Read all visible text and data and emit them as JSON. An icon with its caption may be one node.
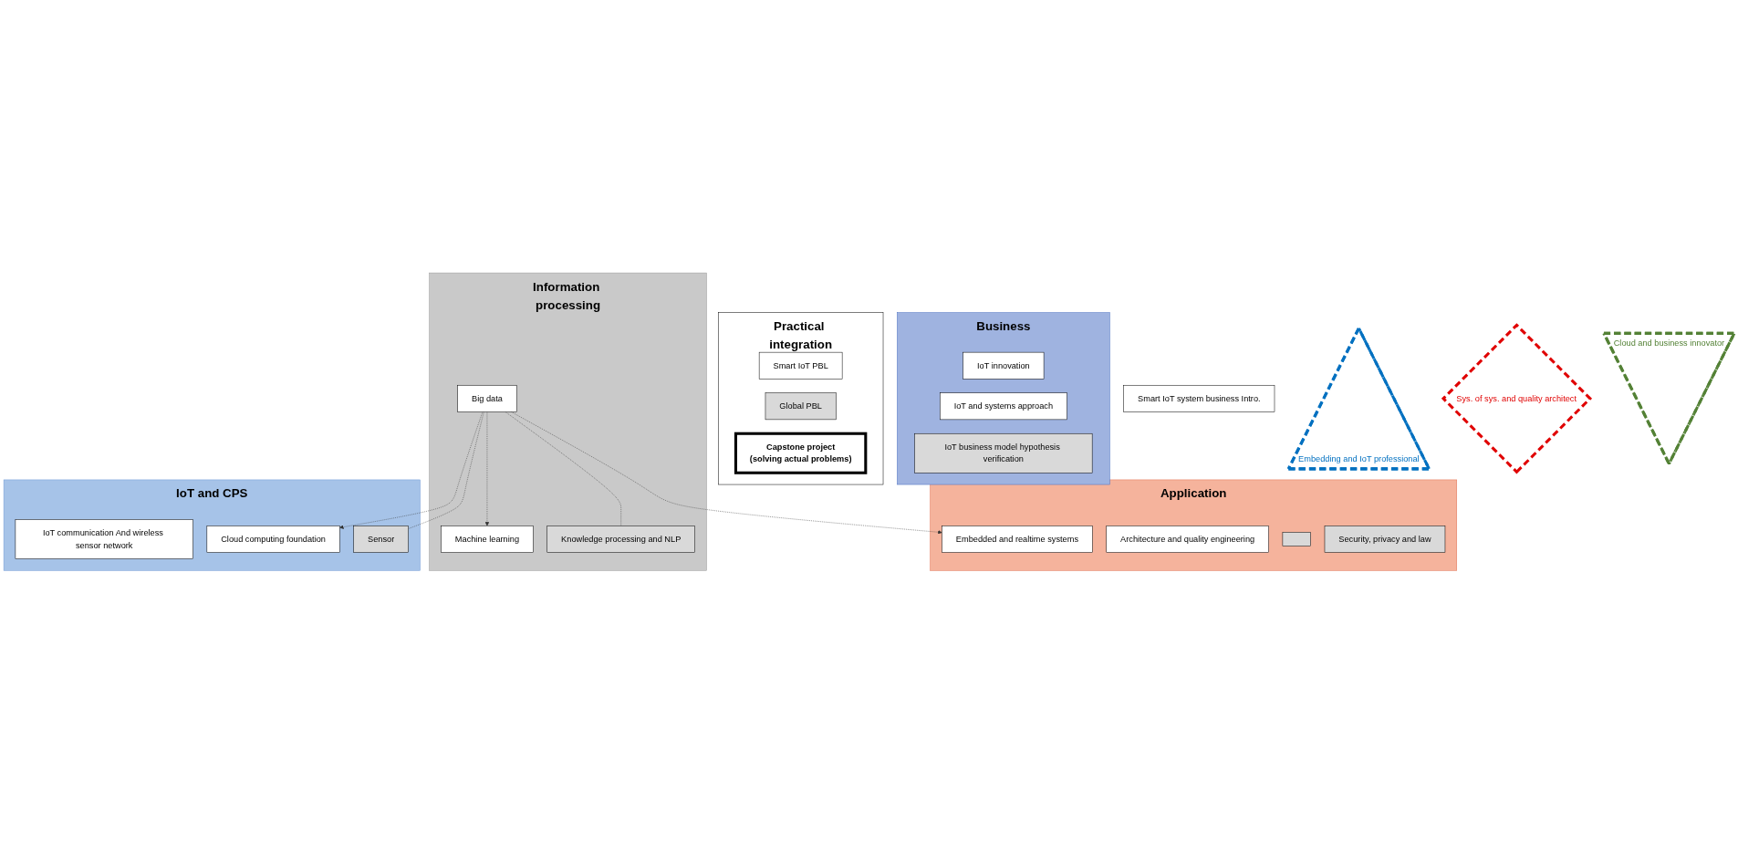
{
  "diagram": {
    "nodes": [
      {
        "text": [
          "Business"
        ]
      },
      {
        "text": [
          "IoT innovation"
        ],
        "in": 0
      },
      {
        "text": [
          "IoT and systems approach"
        ],
        "in": 0
      },
      {
        "text": [
          "IoT business model hypothesis verification"
        ],
        "in": 0
      },
      {
        "text": [
          "Practical integration"
        ]
      },
      {
        "text": [
          "Smart IoT system business Intro."
        ]
      },
      {
        "text": [
          "Application"
        ]
      },
      {
        "text": [
          "Architecture and quality engineering"
        ],
        "in": 6
      },
      {
        "text": [
          "Embedded and realtime systems"
        ],
        "in": 6
      },
      {
        "text": [],
        "shape": "box",
        "in": 6
      },
      {
        "text": [
          "Security, privacy and law"
        ],
        "in": 6
      },
      {
        "text": [
          "Smart IoT PBL"
        ],
        "in": 4
      },
      {
        "text": [
          "Global PBL"
        ],
        "in": 4
      },
      {
        "text": [
          "Capstone project",
          "(solving actual problems)"
        ],
        "in": 4
      },
      {
        "text": [
          "Information processing"
        ]
      },
      {
        "text": [
          "Machine learning"
        ],
        "in": 14
      },
      {
        "text": [
          "Big data"
        ],
        "in": 14
      },
      {
        "text": [
          "Knowledge processing and NLP"
        ],
        "in": 14
      },
      {
        "text": [
          "IoT and CPS"
        ]
      },
      {
        "text": [
          "IoT communication And wireless sensor network"
        ],
        "in": 18
      },
      {
        "text": [
          "Cloud computing foundation"
        ],
        "in": 18
      },
      {
        "text": [
          "Sensor"
        ],
        "in": 18
      },
      {
        "text": [
          "Embedding and IoT professional"
        ]
      },
      {
        "text": [
          "Sys. of sys. and quality architect"
        ]
      },
      {
        "text": [
          "Cloud and business innovator"
        ]
      }
    ],
    "edges": [
      {
        "from": 16,
        "to": 8,
        "arrow": "to",
        "style": "dashed"
      },
      {
        "from": 16,
        "to": 15,
        "arrow": "to",
        "style": "dashed"
      },
      {
        "from": 16,
        "to": 17,
        "arrow": "none",
        "style": "dashed"
      },
      {
        "from": 16,
        "to": 20,
        "arrow": "to",
        "style": "dashed"
      },
      {
        "from": 16,
        "to": 21,
        "arrow": "none",
        "style": "dashed"
      }
    ]
  }
}
